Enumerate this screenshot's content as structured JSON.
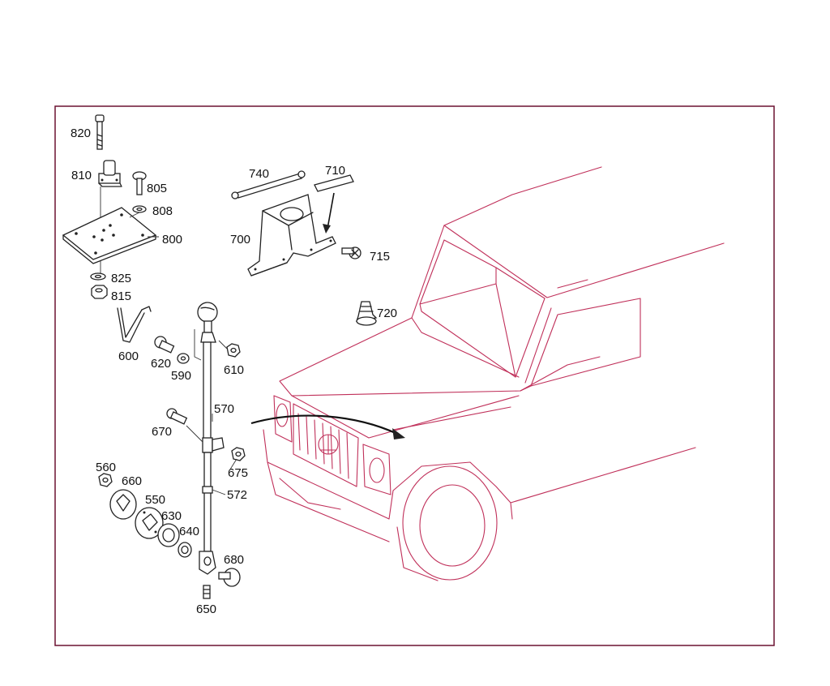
{
  "diagram": {
    "frame_color": "#6b1230",
    "car_color": "#c0305a",
    "labels": {
      "p820": "820",
      "p810": "810",
      "p805": "805",
      "p808": "808",
      "p800": "800",
      "p825": "825",
      "p815": "815",
      "p600": "600",
      "p620": "620",
      "p590": "590",
      "p610": "610",
      "p740": "740",
      "p710": "710",
      "p700": "700",
      "p715": "715",
      "p720": "720",
      "p570": "570",
      "p670": "670",
      "p675": "675",
      "p572": "572",
      "p560": "560",
      "p660": "660",
      "p550": "550",
      "p630": "630",
      "p640": "640",
      "p680": "680",
      "p650": "650"
    }
  }
}
